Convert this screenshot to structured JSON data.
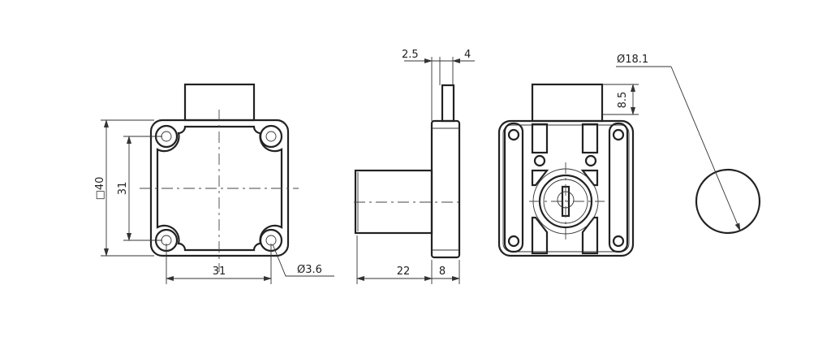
{
  "views": {
    "front": {
      "dims": {
        "square_size": "□40",
        "hole_spacing_vertical": "31",
        "hole_spacing_horizontal": "31",
        "hole_diameter": "Ø3.6"
      }
    },
    "side": {
      "dims": {
        "cam_offset": "2.5",
        "cam_thickness": "4",
        "cylinder_length": "22",
        "body_depth": "8"
      }
    },
    "back": {
      "dims": {
        "cam_height": "8.5"
      }
    },
    "cutout": {
      "dims": {
        "cutout_diameter": "Ø18.1"
      }
    }
  }
}
